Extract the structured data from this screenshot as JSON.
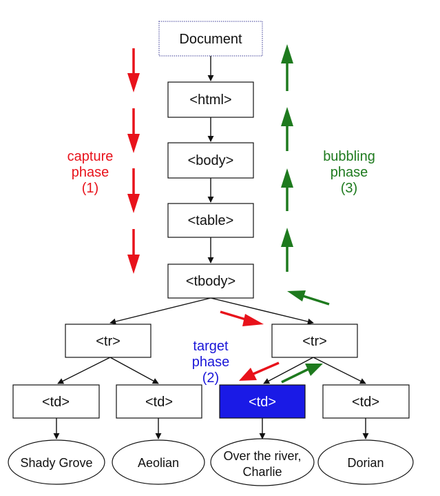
{
  "nodes": {
    "document": "Document",
    "html": "<html>",
    "body": "<body>",
    "table": "<table>",
    "tbody": "<tbody>",
    "tr_left": "<tr>",
    "tr_right": "<tr>",
    "td_1": "<td>",
    "td_2": "<td>",
    "td_3": "<td>",
    "td_4": "<td>"
  },
  "leaves": {
    "leaf_1": [
      "Shady Grove"
    ],
    "leaf_2": [
      "Aeolian"
    ],
    "leaf_3": [
      "Over the river,",
      "Charlie"
    ],
    "leaf_4": [
      "Dorian"
    ]
  },
  "phases": {
    "capture": [
      "capture",
      "phase",
      "(1)"
    ],
    "target": [
      "target",
      "phase",
      "(2)"
    ],
    "bubbling": [
      "bubbling",
      "phase",
      "(3)"
    ]
  },
  "colors": {
    "capture": "#e8121b",
    "target": "#1a16d8",
    "bubbling": "#1e7a1e",
    "target_fill": "#1a1ae6",
    "target_text": "#ffffff",
    "stroke": "#111111",
    "document_border": "#7a7ab8"
  }
}
